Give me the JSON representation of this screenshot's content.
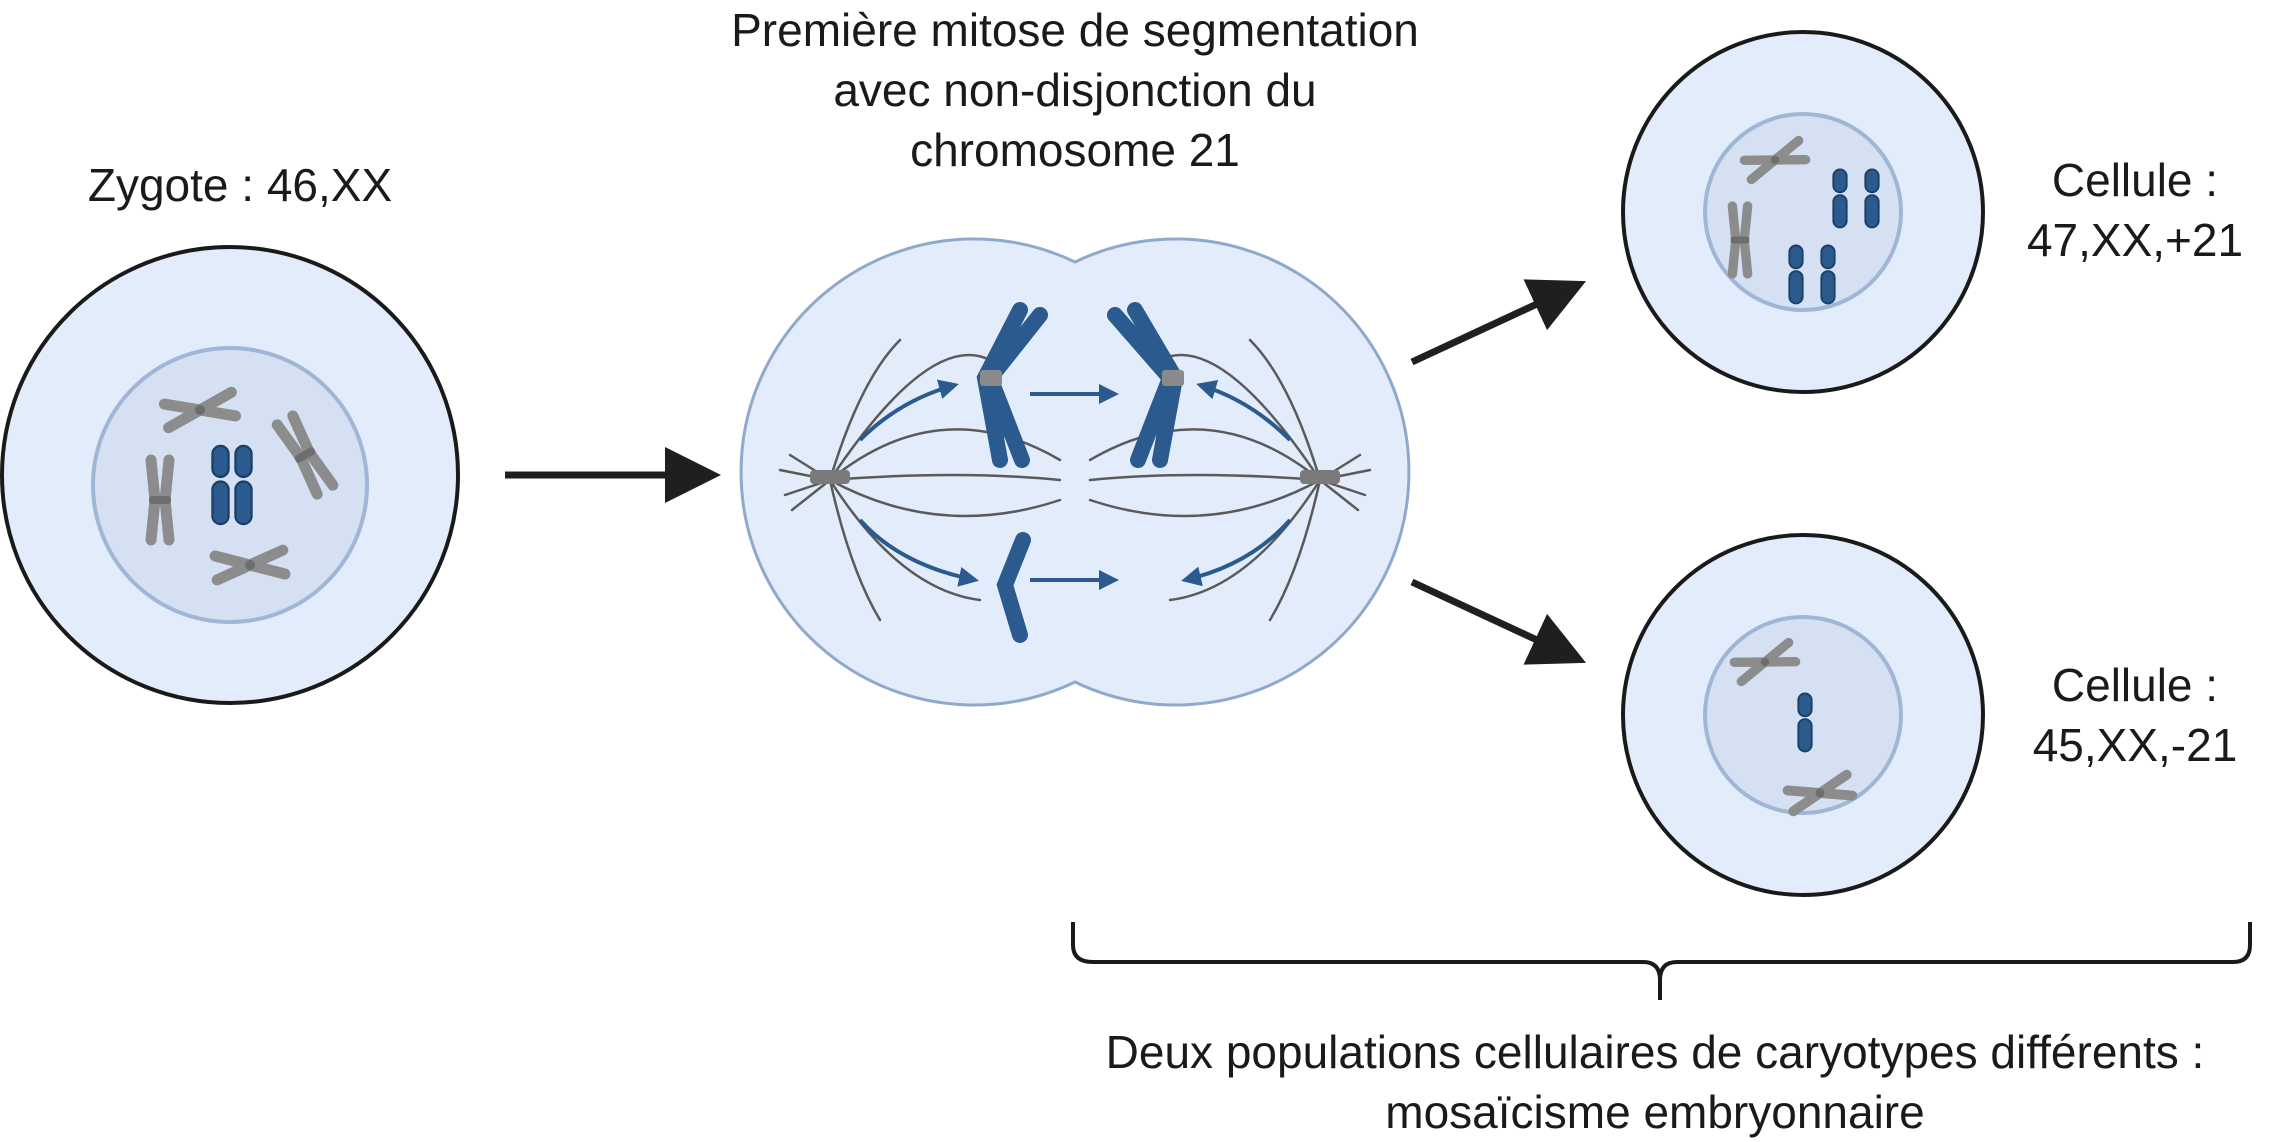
{
  "zygote_label": "Zygote : 46,XX",
  "mitosis_title": [
    "Première mitose de segmentation",
    "avec non-disjonction du",
    "chromosome 21"
  ],
  "cell_top_label": [
    "Cellule :",
    "47,XX,+21"
  ],
  "cell_bottom_label": [
    "Cellule :",
    "45,XX,-21"
  ],
  "conclusion": [
    "Deux populations cellulaires de caryotypes différents :",
    "mosaïcisme embryonnaire"
  ],
  "colors": {
    "cytoplasm": "#e3ecfa",
    "nucleus": "#d5e1f3",
    "nucleus_border": "#9fb6d6",
    "cell_border": "#1a1a1a",
    "chromosome_21": "#2a5a8e",
    "chromosome_other": "#8c8c8c",
    "arrow": "#1f1f1f"
  },
  "icons": [
    "chromosome-21-icon",
    "chromosome-icon",
    "mitotic-spindle-icon",
    "centrosome-icon",
    "curly-brace-icon",
    "arrow-icon"
  ]
}
